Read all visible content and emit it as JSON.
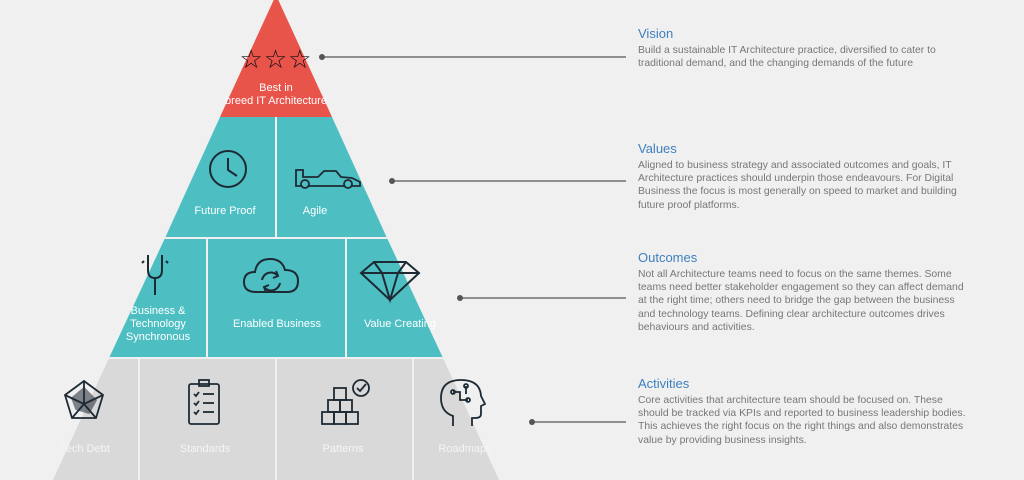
{
  "pyramid": {
    "top": {
      "stars": "☆☆☆",
      "label_line1": "Best in",
      "label_line2": "breed IT Architecture"
    },
    "tier2": [
      {
        "label": "Future Proof",
        "icon": "clock-icon"
      },
      {
        "label": "Agile",
        "icon": "race-car-icon"
      }
    ],
    "tier3": [
      {
        "label_lines": [
          "Business &",
          "Technology",
          "Synchronous"
        ],
        "icon": "tuning-fork-icon"
      },
      {
        "label": "Enabled Business",
        "icon": "cloud-sync-icon"
      },
      {
        "label": "Value Creating",
        "icon": "diamond-icon"
      }
    ],
    "tier4": [
      {
        "label": "Tech Debt",
        "icon": "radar-chart-icon"
      },
      {
        "label": "Standards",
        "icon": "checklist-icon"
      },
      {
        "label": "Patterns",
        "icon": "boxes-check-icon"
      },
      {
        "label": "Roadmaps",
        "icon": "brain-head-icon"
      }
    ]
  },
  "descriptions": [
    {
      "title": "Vision",
      "lines": [
        "Build a sustainable IT Architecture practice, diversified to cater to",
        "traditional demand, and the changing demands of the future"
      ]
    },
    {
      "title": "Values",
      "lines": [
        "Aligned to business strategy and associated outcomes and goals, IT",
        "Architecture practices should underpin those endeavours. For Digital",
        "Business the focus is most generally on speed to market and building",
        "future proof platforms."
      ]
    },
    {
      "title": "Outcomes",
      "lines": [
        "Not all Architecture teams need to focus on the same themes. Some",
        "teams need better stakeholder engagement so they can affect demand",
        "at the right time; others need to bridge the gap between the business",
        "and technology teams. Defining clear architecture outcomes drives",
        "behaviours and activities."
      ]
    },
    {
      "title": "Activities",
      "lines": [
        "Core activities that architecture team should be focused on. These",
        "should be tracked via KPIs and reported to business leadership bodies.",
        "This achieves the right focus on the right things and also demonstrates",
        "value by providing business insights."
      ]
    }
  ],
  "colors": {
    "red": "#e8534a",
    "teal": "#4dbfc3",
    "grey": "#d9d9d9",
    "title_blue": "#3f7fbf"
  }
}
